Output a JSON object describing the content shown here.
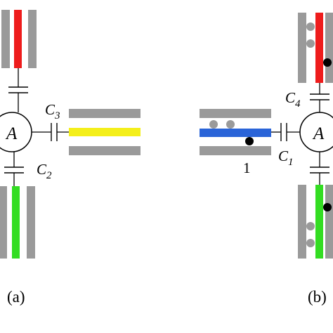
{
  "panel_a": {
    "label": "(a)",
    "node_label": "A",
    "cap_right_label": "C",
    "cap_right_sub": "3",
    "cap_bottom_label": "C",
    "cap_bottom_sub": "2",
    "wire_top_color": "#ee1c1c",
    "wire_right_color": "#f4ef1a",
    "wire_bottom_color": "#33dd22"
  },
  "panel_b": {
    "label": "(b)",
    "node_label": "A",
    "cap_top_label": "C",
    "cap_top_sub": "4",
    "cap_left_label": "C",
    "cap_left_sub": "1",
    "wire_left_label": "1",
    "wire_top_color": "#ee1c1c",
    "wire_left_color": "#2a64d8",
    "wire_bottom_color": "#33dd22"
  },
  "colors": {
    "plate": "#9a9a9a",
    "dot_gray": "#9a9a9a",
    "dot_black": "#000000",
    "line": "#000000"
  }
}
